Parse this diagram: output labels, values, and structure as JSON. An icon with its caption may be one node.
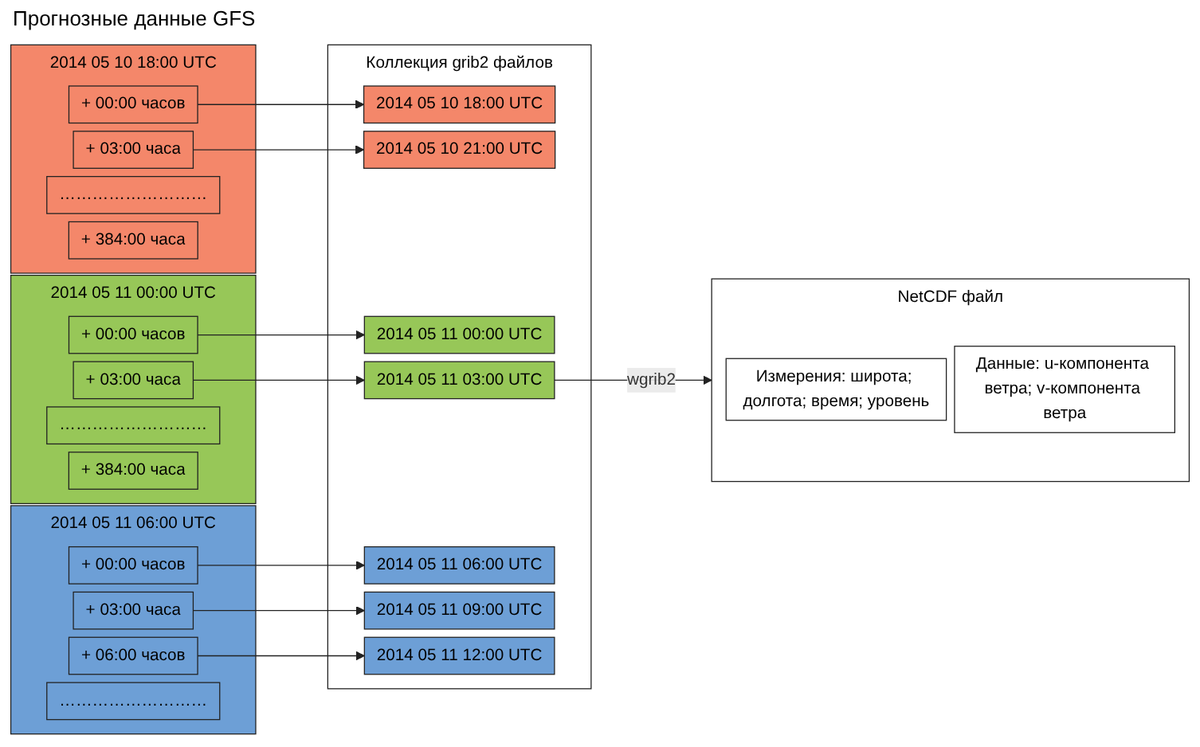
{
  "diagram": {
    "nodes": [
      {
        "text": [
          "2014 05 10 18:00 UTC"
        ]
      },
      {
        "text": [
          "+ 00:00 часов"
        ],
        "in": 0
      },
      {
        "text": [
          "+ 03:00 часа"
        ],
        "in": 0
      },
      {
        "text": [
          "………………………"
        ],
        "in": 0
      },
      {
        "text": [
          "+ 384:00 часа"
        ],
        "in": 0
      },
      {
        "text": [
          "2014 05 11 00:00 UTC"
        ]
      },
      {
        "text": [
          "+ 00:00 часов"
        ],
        "in": 5
      },
      {
        "text": [
          "+ 03:00 часа"
        ],
        "in": 5
      },
      {
        "text": [
          "………………………"
        ],
        "in": 5
      },
      {
        "text": [
          "+ 384:00 часа"
        ],
        "in": 5
      },
      {
        "text": [
          "2014 05 11 06:00 UTC"
        ]
      },
      {
        "text": [
          "+ 00:00 часов"
        ],
        "in": 10
      },
      {
        "text": [
          "+ 03:00 часа"
        ],
        "in": 10
      },
      {
        "text": [
          "+ 06:00 часов"
        ],
        "in": 10
      },
      {
        "text": [
          "………………………"
        ],
        "in": 10
      },
      {
        "text": [
          "Коллекция grib2 файлов"
        ]
      },
      {
        "text": [
          "2014 05 10 18:00 UTC"
        ],
        "in": 15
      },
      {
        "text": [
          "2014 05 10 21:00 UTC"
        ],
        "in": 15
      },
      {
        "text": [
          "2014 05 11 00:00 UTC"
        ],
        "in": 15
      },
      {
        "text": [
          "2014 05 11 03:00 UTC"
        ],
        "in": 15
      },
      {
        "text": [
          "2014 05 11 06:00 UTC"
        ],
        "in": 15
      },
      {
        "text": [
          "2014 05 11 09:00 UTC"
        ],
        "in": 15
      },
      {
        "text": [
          "2014 05 11 12:00 UTC"
        ],
        "in": 15
      },
      {
        "text": [
          "NetCDF файл"
        ]
      },
      {
        "text": [
          "Измерения: широта; долгота; время; уровень"
        ],
        "in": 23
      },
      {
        "text": [
          "Данные: u-компонента ветра; v-компонента ветра"
        ],
        "in": 23
      }
    ],
    "edges": [
      {
        "from": 1,
        "to": 16,
        "arrow": "to"
      },
      {
        "from": 2,
        "to": 17,
        "arrow": "to"
      },
      {
        "from": 6,
        "to": 18,
        "arrow": "to"
      },
      {
        "from": 7,
        "to": 19,
        "arrow": "to"
      },
      {
        "from": 11,
        "to": 20,
        "arrow": "to"
      },
      {
        "from": 12,
        "to": 21,
        "arrow": "to"
      },
      {
        "from": 13,
        "to": 22,
        "arrow": "to"
      },
      {
        "from": 19,
        "to": 23,
        "arrow": "to",
        "label": "wgrib2"
      }
    ],
    "labels": [
      "Прогнозные данные GFS"
    ]
  }
}
